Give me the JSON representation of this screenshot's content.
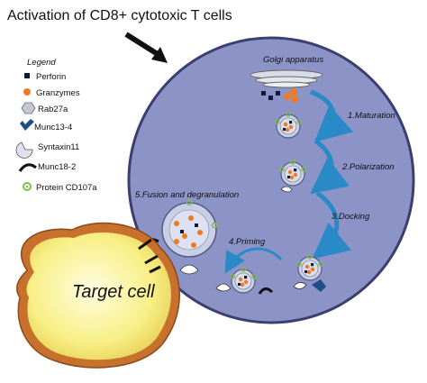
{
  "title": "Activation of CD8+ cytotoxic T cells",
  "legend": {
    "heading": "Legend",
    "items": [
      {
        "icon": "perforin-square-icon",
        "label": "Perforin"
      },
      {
        "icon": "granzyme-dot-icon",
        "label": "Granzymes"
      },
      {
        "icon": "rab27a-hexagon-icon",
        "label": "Rab27a"
      },
      {
        "icon": "munc13-4-chevron-icon",
        "label": "Munc13-4"
      },
      {
        "icon": "syntaxin11-shape-icon",
        "label": "Syntaxin11"
      },
      {
        "icon": "munc18-2-arc-icon",
        "label": "Munc18-2"
      },
      {
        "icon": "cd107a-ring-icon",
        "label": "Protein CD107a"
      }
    ]
  },
  "labels": {
    "golgi": "Golgi apparatus",
    "maturation": "1.Maturation",
    "polarization": "2.Polarization",
    "docking": "3.Docking",
    "priming": "4.Priming",
    "fusion": "5.Fusion and degranulation",
    "target_cell": "Target cell"
  },
  "colors": {
    "cell_fill": "#8c93c6",
    "cell_stroke": "#3b3f70",
    "granzyme": "#f07a22",
    "perforin": "#0a1a3a",
    "arrow": "#2a8ac8",
    "target_fill": "#fbf39a",
    "target_outer": "#c7712c",
    "cd107a": "#7fbf4a",
    "munc13": "#1e4e86"
  }
}
